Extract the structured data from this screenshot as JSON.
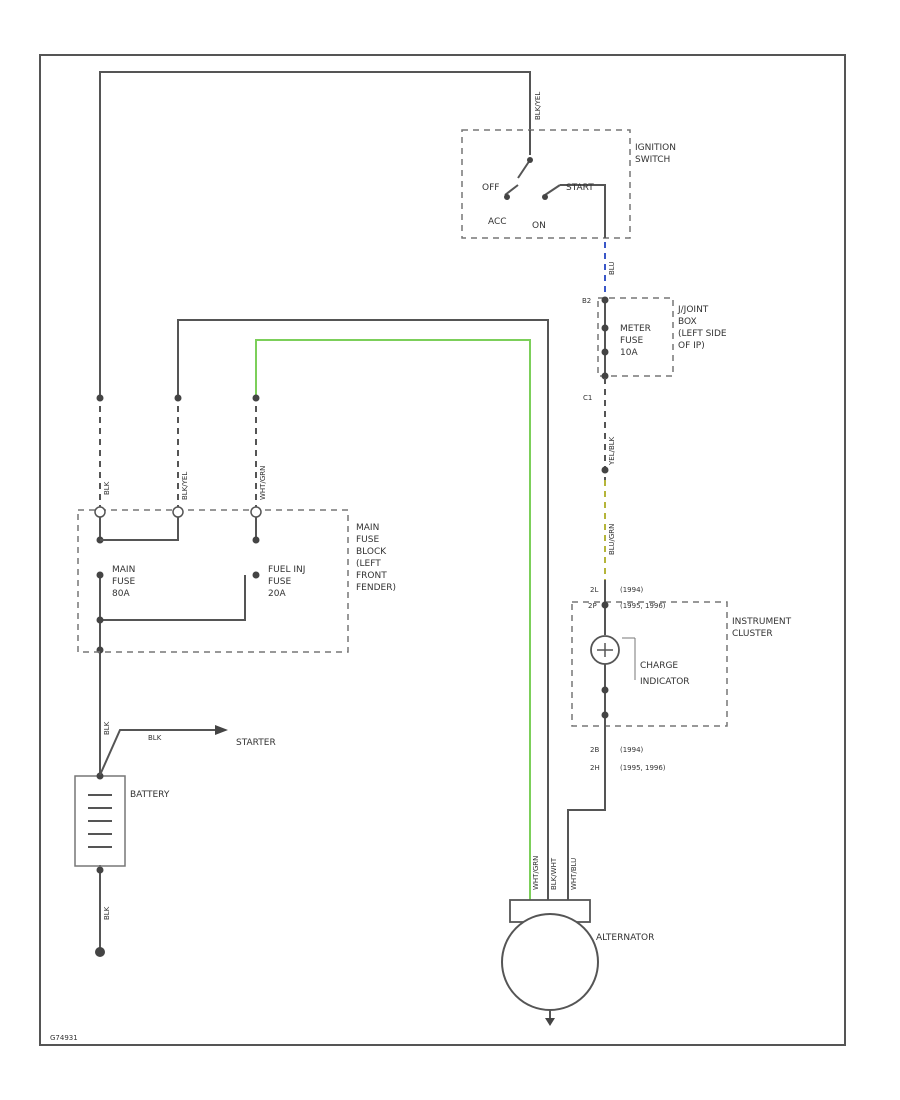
{
  "ignition_switch": {
    "label": [
      "IGNITION",
      "SWITCH"
    ],
    "wire_top": "BLK/YEL",
    "off": "OFF",
    "acc": "ACC",
    "on": "ON",
    "start": "START"
  },
  "meter_fuse_box": {
    "label": [
      "METER",
      "FUSE",
      "10A"
    ],
    "side_label": [
      "J/JOINT",
      "BOX",
      "(LEFT SIDE",
      "OF IP)"
    ],
    "pin_top": "B2",
    "pin_bottom": "C1"
  },
  "main_fuse_block": {
    "main_fuse": [
      "MAIN",
      "FUSE",
      "80A"
    ],
    "fuel_inj_fuse": [
      "FUEL INJ",
      "FUSE",
      "20A"
    ],
    "block_label": [
      "MAIN",
      "FUSE",
      "BLOCK",
      "(LEFT",
      "FRONT",
      "FENDER)"
    ]
  },
  "instrument_cluster": {
    "label": [
      "INSTRUMENT",
      "CLUSTER"
    ],
    "pin_top_1": "2L",
    "pin_top_1_note": "(1994)",
    "pin_top_2": "2P",
    "pin_top_2_note": "(1995, 1996)",
    "indicator": [
      "CHARGE",
      "INDICATOR"
    ],
    "pin_bottom_1": "2B",
    "pin_bottom_1_note": "(1994)",
    "pin_bottom_2": "2H",
    "pin_bottom_2_note": "(1995, 1996)"
  },
  "battery": {
    "label": "BATTERY",
    "ground_wire": "BLK"
  },
  "starter": {
    "label": "STARTER",
    "wire": "BLK"
  },
  "alternator": {
    "label": "ALTERNATOR"
  },
  "wires": {
    "left_vertical": "BLK",
    "left_mid": "BLK/YEL",
    "green_wire": "WHT/GRN",
    "blue_wire": "BLU",
    "yel_blk": "YEL/BLK",
    "blu_grn": "BLU/GRN",
    "alt_1": "WHT/GRN",
    "alt_2": "BLK/WHT",
    "alt_3": "WHT/BLU",
    "main_fuse_top": "BLK",
    "left_bottom": "BLK"
  },
  "footer": {
    "code": "G74931"
  }
}
